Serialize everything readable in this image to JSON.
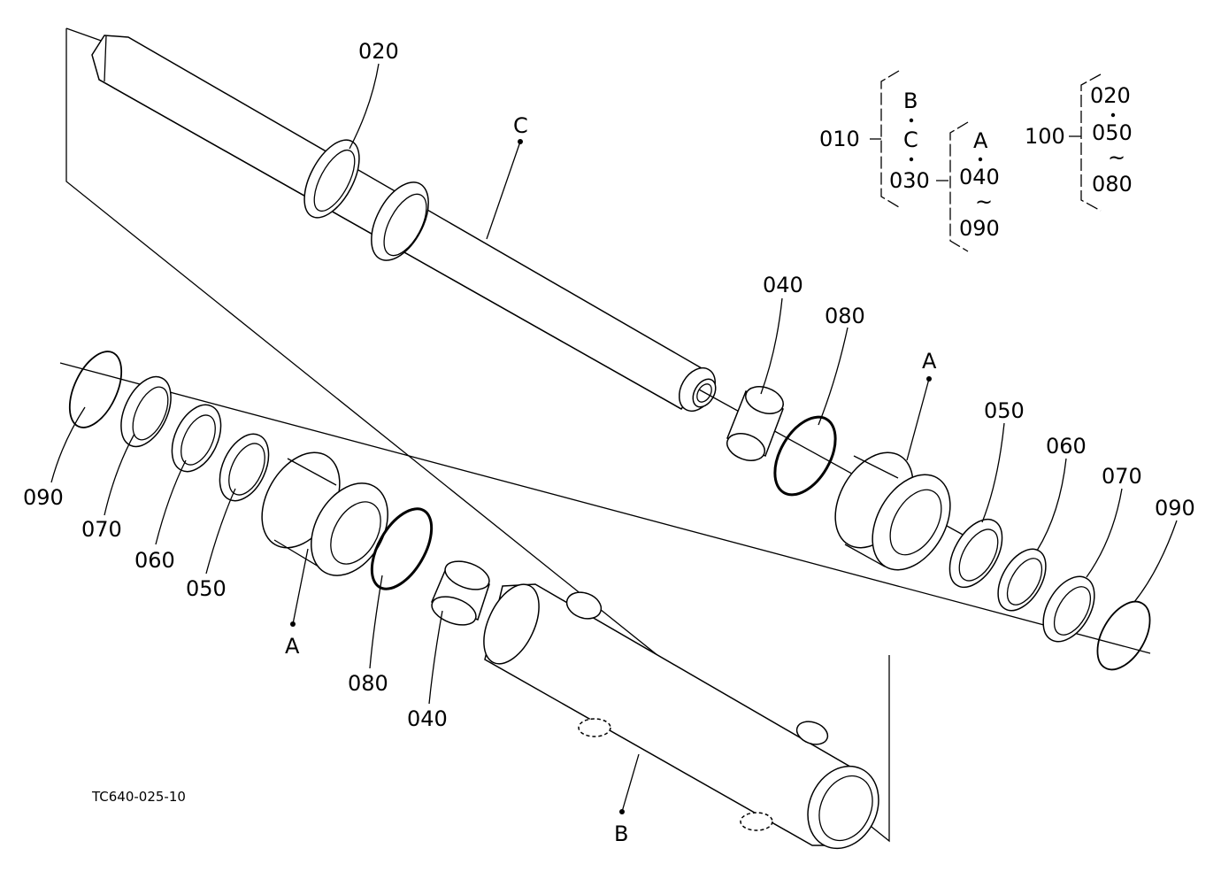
{
  "drawing_code": "TC640-025-10",
  "labels": {
    "p020_top": "020",
    "c_top": "C",
    "p040_top": "040",
    "p080_top": "080",
    "a_right": "A",
    "p050_right": "050",
    "p060_right": "060",
    "p070_right": "070",
    "p090_right": "090",
    "p090_left": "090",
    "p070_left": "070",
    "p060_left": "060",
    "p050_left": "050",
    "a_left": "A",
    "p080_bottom": "080",
    "p040_bottom": "040",
    "b_bottom": "B"
  },
  "legend": {
    "g010": {
      "code": "010",
      "items": [
        "B",
        "C",
        "030"
      ]
    },
    "g030": {
      "items": [
        "A",
        "040",
        "090"
      ]
    },
    "g100": {
      "code": "100",
      "items": [
        "020",
        "050",
        "080"
      ]
    },
    "tilde": "~"
  }
}
